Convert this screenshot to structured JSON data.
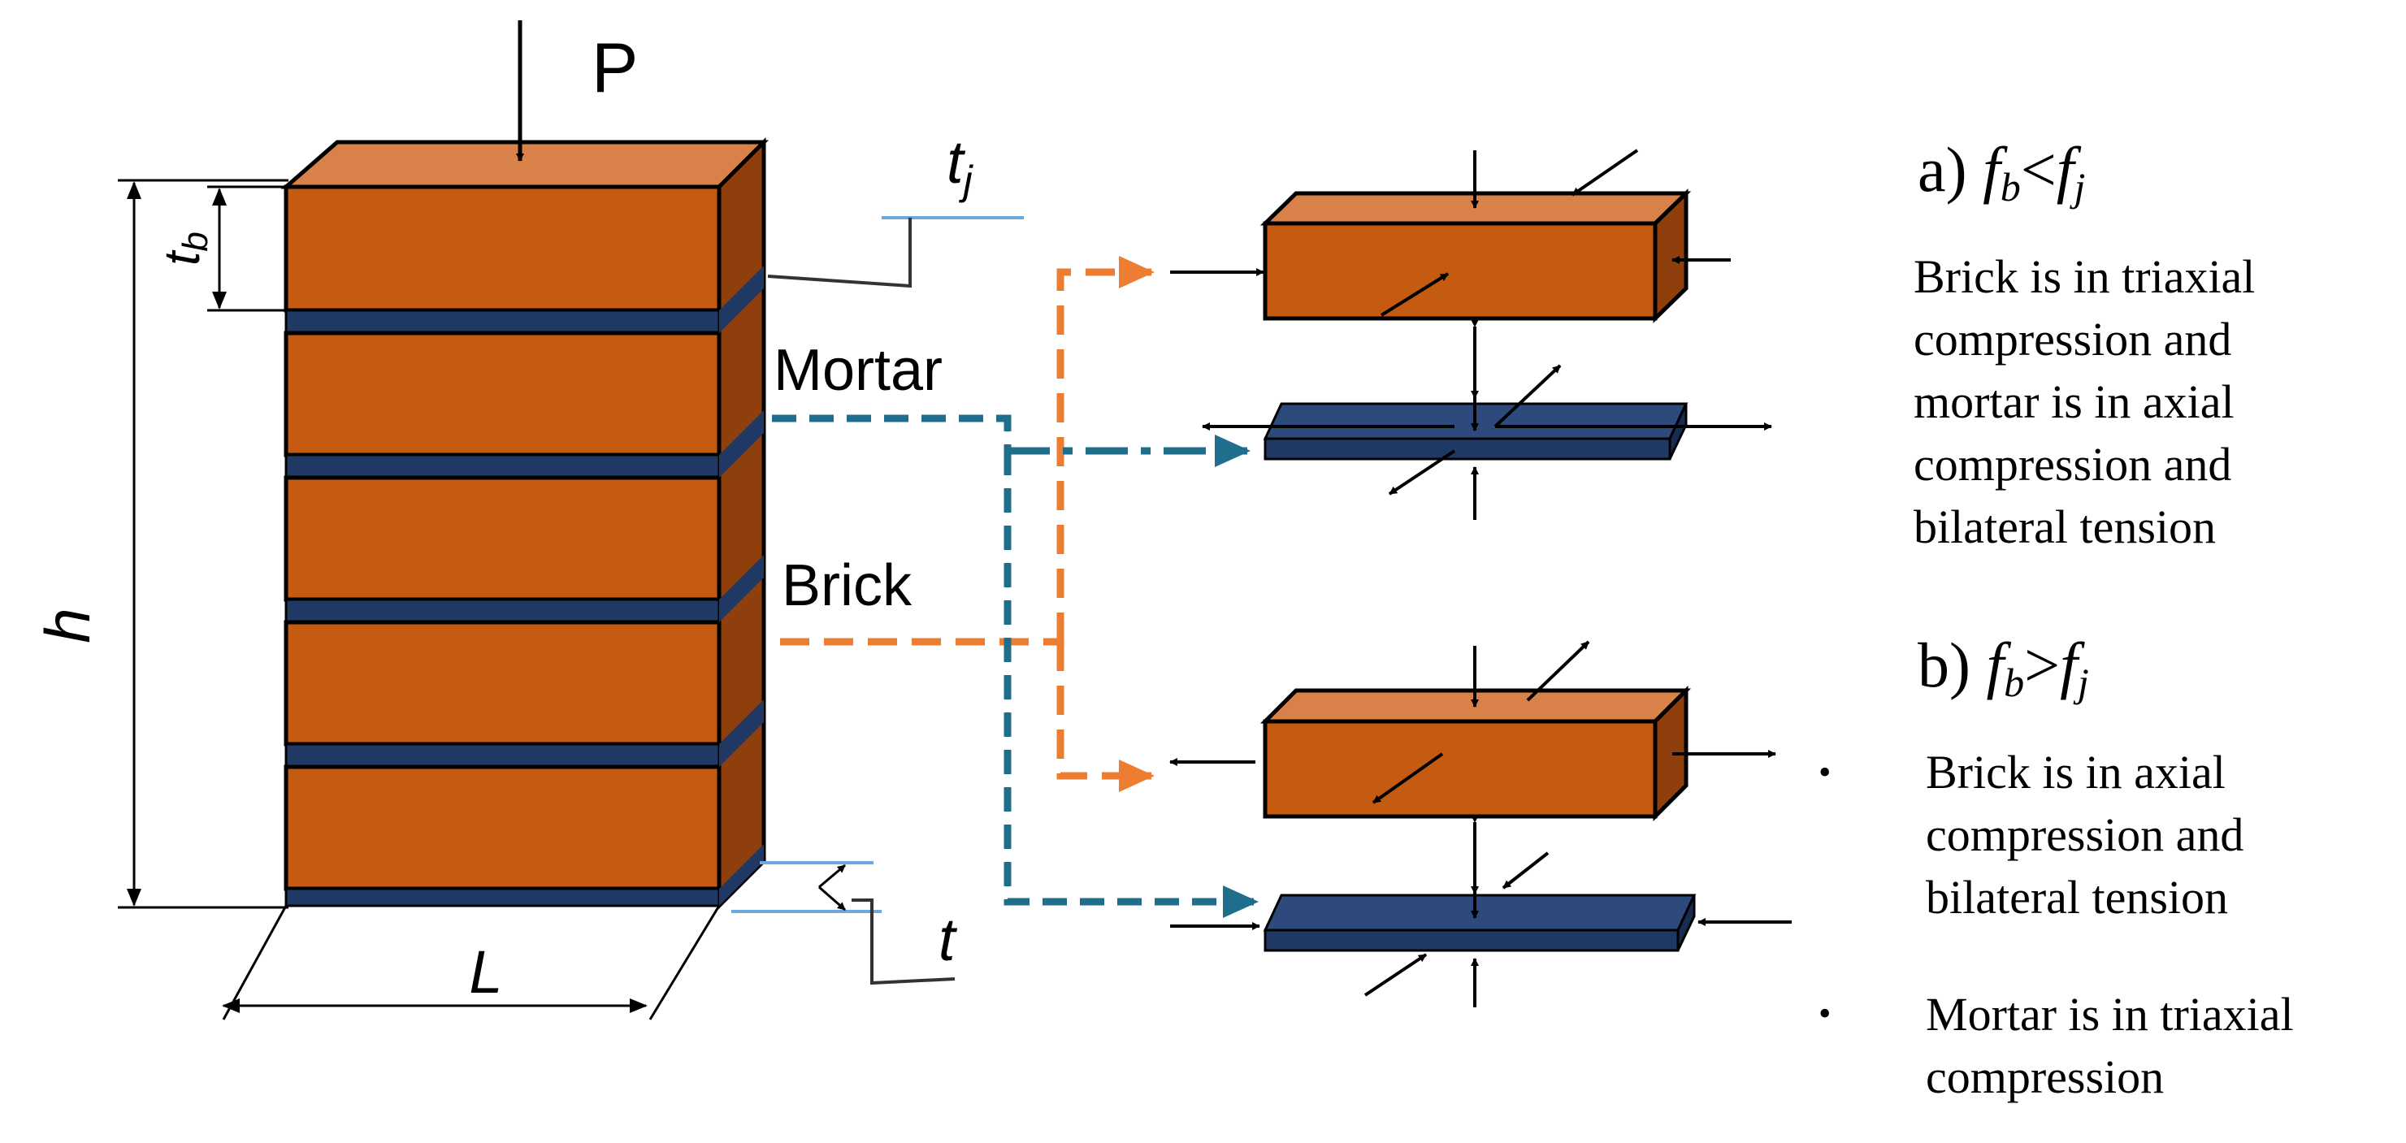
{
  "colors": {
    "brick_front": "#C55A11",
    "brick_top": "#D8824A",
    "brick_side": "#8E3F0C",
    "mortar_front": "#1F3864",
    "mortar_top": "#2E4A7D",
    "mortar_side": "#172C50",
    "orange_arrow": "#ED7D31",
    "teal_arrow": "#1F6E8C",
    "dim_line": "#000000",
    "light_line": "#6FA8DC"
  },
  "labels": {
    "load": "P",
    "height": "h",
    "length": "L",
    "brick_thickness_base": "t",
    "brick_thickness_sub": "b",
    "joint_thickness_base": "t",
    "joint_thickness_sub": "j",
    "mortar_thickness": "t",
    "mortar": "Mortar",
    "brick": "Brick"
  },
  "case_a": {
    "prefix": "a) ",
    "f1": "f",
    "f1_sub": "b",
    "op": "<",
    "f2": "f",
    "f2_sub": "j",
    "lines": [
      "Brick is in triaxial",
      "compression and",
      "mortar is in axial",
      "compression and",
      "bilateral tension"
    ]
  },
  "case_b": {
    "prefix": "b) ",
    "f1": "f",
    "f1_sub": "b",
    "op": ">",
    "f2": "f",
    "f2_sub": "j",
    "bullet": "•",
    "item1": [
      "Brick is in axial",
      "compression and",
      "bilateral tension"
    ],
    "item2": [
      "Mortar is in triaxial",
      "compression"
    ]
  }
}
